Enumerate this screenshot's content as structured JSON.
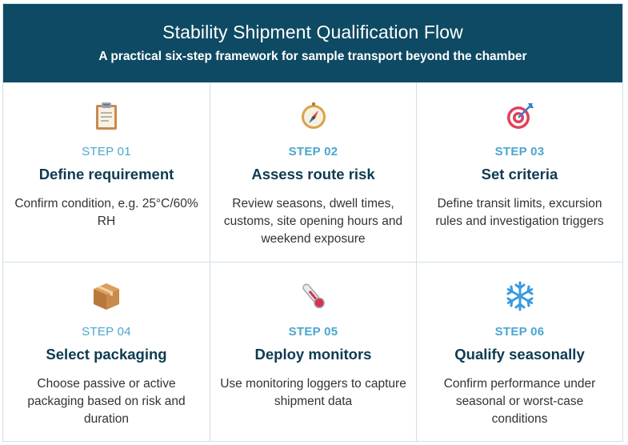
{
  "header": {
    "title": "Stability Shipment Qualification Flow",
    "subtitle": "A practical six-step framework for sample transport beyond the chamber"
  },
  "colors": {
    "header_bg": "#0e4a63",
    "step_label": "#4aa6cf",
    "heading": "#0e3b52",
    "grid_line": "#cfe0e8"
  },
  "steps": [
    {
      "icon": "clipboard-icon",
      "label": "STEP 01",
      "title": "Define requirement",
      "description": "Confirm condition, e.g. 25°C/60% RH"
    },
    {
      "icon": "compass-icon",
      "label": "STEP 02",
      "title": "Assess route risk",
      "description": "Review seasons, dwell times, customs, site opening hours and weekend exposure"
    },
    {
      "icon": "target-icon",
      "label": "STEP 03",
      "title": "Set criteria",
      "description": "Define transit limits, excursion rules and investigation triggers"
    },
    {
      "icon": "package-icon",
      "label": "STEP 04",
      "title": "Select packaging",
      "description": "Choose passive or active packaging based on risk and duration"
    },
    {
      "icon": "thermometer-icon",
      "label": "STEP 05",
      "title": "Deploy monitors",
      "description": "Use monitoring loggers to capture shipment data"
    },
    {
      "icon": "snowflake-icon",
      "label": "STEP 06",
      "title": "Qualify seasonally",
      "description": "Confirm performance under seasonal or worst-case conditions"
    }
  ]
}
